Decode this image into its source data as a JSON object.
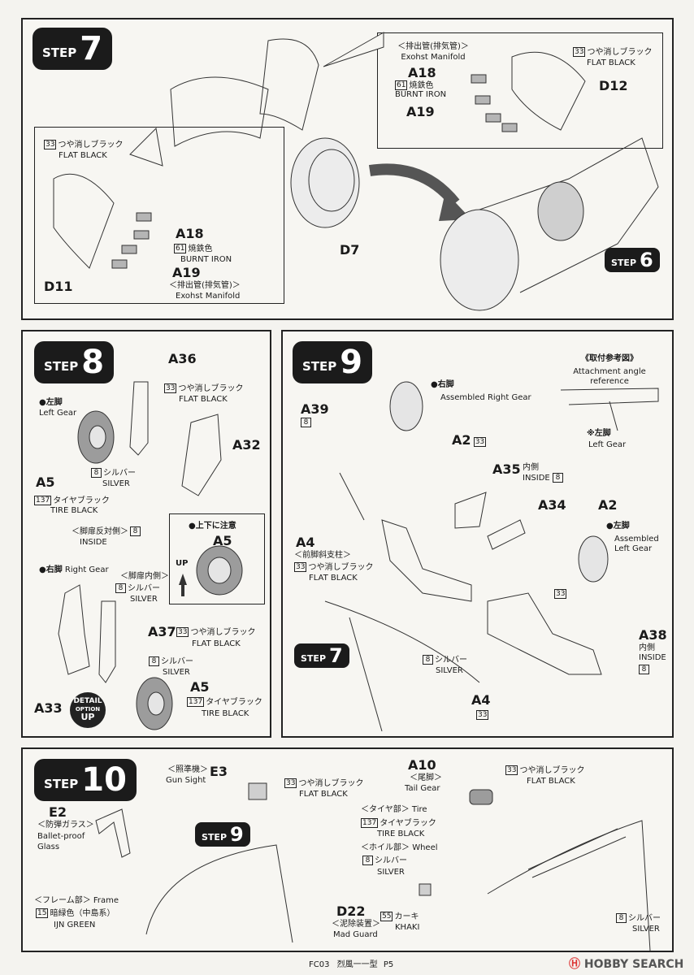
{
  "steps": {
    "s7": {
      "word": "STEP",
      "num": "7"
    },
    "s6": {
      "word": "STEP",
      "num": "6"
    },
    "s8": {
      "word": "STEP",
      "num": "8"
    },
    "s9": {
      "word": "STEP",
      "num": "9"
    },
    "s7b": {
      "word": "STEP",
      "num": "7"
    },
    "s10": {
      "word": "STEP",
      "num": "10"
    },
    "s9b": {
      "word": "STEP",
      "num": "9"
    }
  },
  "step7": {
    "manifold_jp": "＜排出管(排気管)＞",
    "manifold_en": "Exohst Manifold",
    "a18": "A18",
    "a19": "A19",
    "d12": "D12",
    "d7": "D7",
    "d11": "D11",
    "c33": "33",
    "flat_jp": "つや消しブラック",
    "flat_en": "FLAT BLACK",
    "c61": "61",
    "burnt_jp": "焼鉄色",
    "burnt_en": "BURNT IRON",
    "l33": "33",
    "lflat_jp": "つや消しブラック",
    "lflat_en": "FLAT BLACK",
    "la18": "A18",
    "l61": "61",
    "lburnt_jp": "焼鉄色",
    "lburnt_en": "BURNT IRON",
    "la19": "A19",
    "lman_jp": "＜排出管(排気管)＞",
    "lman_en": "Exohst Manifold"
  },
  "step8": {
    "a36": "A36",
    "c33": "33",
    "flat_jp": "つや消しブラック",
    "flat_en": "FLAT BLACK",
    "left_jp": "●左脚",
    "left_en": "Left Gear",
    "a32": "A32",
    "a5": "A5",
    "c8": "8",
    "silver_jp": "シルバー",
    "silver_en": "SILVER",
    "c137": "137",
    "tire_jp": "タイヤブラック",
    "tire_en": "TIRE BLACK",
    "inside_jp": "＜脚扉反対側＞",
    "inside_en": "INSIDE",
    "ci8": "8",
    "ud_jp": "●上下に注意",
    "ud_a5": "A5",
    "up": "UP",
    "right_jp": "●右脚",
    "right_en": "Right Gear",
    "door_jp": "＜脚扉内側＞",
    "d8": "8",
    "dsilver_jp": "シルバー",
    "dsilver_en": "SILVER",
    "a37": "A37",
    "r33": "33",
    "rflat_jp": "つや消しブラック",
    "rflat_en": "FLAT BLACK",
    "r8": "8",
    "rsilver_jp": "シルバー",
    "rsilver_en": "SILVER",
    "ra5": "A5",
    "r137": "137",
    "rtire_jp": "タイヤブラック",
    "rtire_en": "TIRE BLACK",
    "a33": "A33",
    "detail1": "DETAIL",
    "detail2": "OPTION",
    "detail3": "UP"
  },
  "step9": {
    "att_jp": "《取付参考図》",
    "att_en1": "Attachment angle",
    "att_en2": "reference",
    "lg_jp": "※左脚",
    "lg_en": "Left Gear",
    "rg_jp": "●右脚",
    "rg_en": "Assembled Right Gear",
    "a39": "A39",
    "c8a": "8",
    "a2": "A2",
    "c33a": "33",
    "a35": "A35",
    "in_jp": "内側",
    "in_en": "INSIDE",
    "c8b": "8",
    "a34": "A34",
    "a2b": "A2",
    "alg_jp": "●左脚",
    "alg_en1": "Assembled",
    "alg_en2": "Left Gear",
    "a4": "A4",
    "strut_jp": "＜前脚斜支柱＞",
    "c33b": "33",
    "flat_jp": "つや消しブラック",
    "flat_en": "FLAT BLACK",
    "c33c": "33",
    "a38": "A38",
    "in2_jp": "内側",
    "in2_en": "INSIDE",
    "c8c": "8",
    "c8d": "8",
    "silver_jp": "シルバー",
    "silver_en": "SILVER",
    "a4b": "A4",
    "c33d": "33"
  },
  "step10": {
    "e3": "E3",
    "sight_jp": "＜照準機＞",
    "sight_en": "Gun Sight",
    "c33": "33",
    "flat_jp": "つや消しブラック",
    "flat_en": "FLAT BLACK",
    "e2": "E2",
    "glass_jp": "＜防弾ガラス＞",
    "glass_en1": "Ballet-proof",
    "glass_en2": "Glass",
    "frame_jp": "＜フレーム部＞",
    "frame_en": "Frame",
    "c15": "15",
    "green_jp": "暗緑色（中島系）",
    "green_en": "IJN GREEN",
    "a10": "A10",
    "tail_jp": "＜尾脚＞",
    "tail_en": "Tail Gear",
    "t33": "33",
    "tflat_jp": "つや消しブラック",
    "tflat_en": "FLAT BLACK",
    "tire_jp": "＜タイヤ部＞",
    "tire_en": "Tire",
    "c137": "137",
    "tb_jp": "タイヤブラック",
    "tb_en": "TIRE BLACK",
    "wheel_jp": "＜ホイル部＞",
    "wheel_en": "Wheel",
    "w8": "8",
    "ws_jp": "シルバー",
    "ws_en": "SILVER",
    "d22": "D22",
    "c55": "55",
    "khaki_jp": "カーキ",
    "khaki_en": "KHAKI",
    "mud_jp": "＜泥除装置＞",
    "mud_en": "Mad Guard",
    "s8": "8",
    "ss_jp": "シルバー",
    "ss_en": "SILVER"
  },
  "footer": {
    "code": "FC03",
    "title": "烈風一一型",
    "page": "P5"
  },
  "watermark": "HOBBY SEARCH"
}
